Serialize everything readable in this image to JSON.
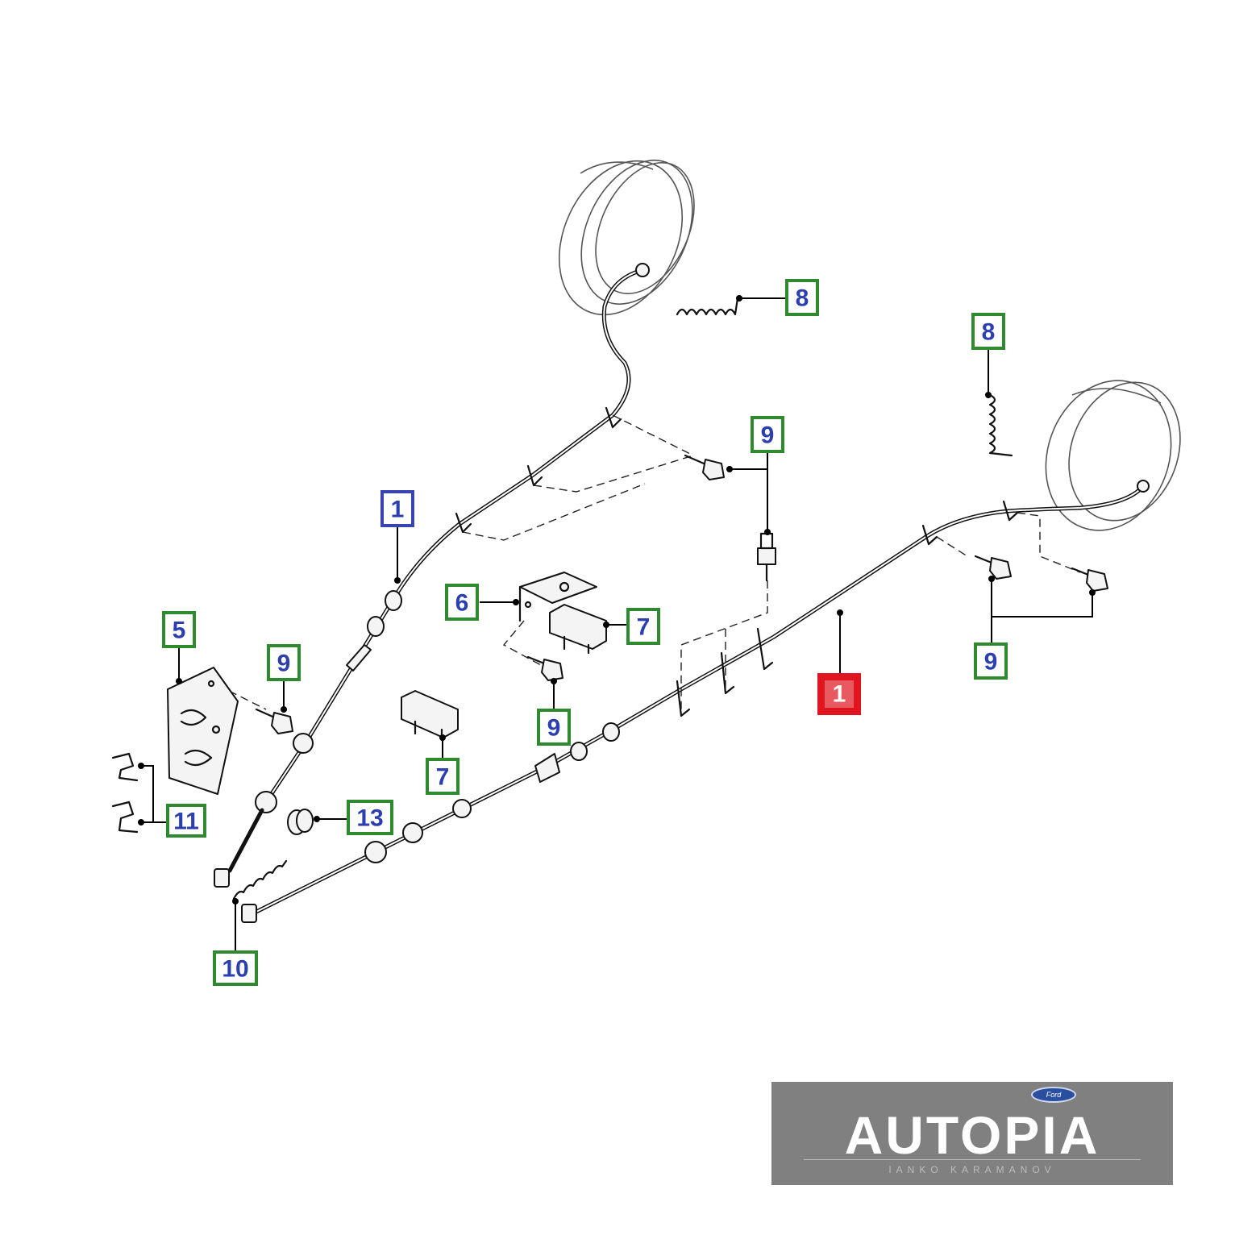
{
  "callouts": [
    {
      "label": "8",
      "style": "green"
    },
    {
      "label": "8",
      "style": "green"
    },
    {
      "label": "9",
      "style": "green"
    },
    {
      "label": "1",
      "style": "blue"
    },
    {
      "label": "6",
      "style": "green"
    },
    {
      "label": "7",
      "style": "green"
    },
    {
      "label": "5",
      "style": "green"
    },
    {
      "label": "9",
      "style": "green"
    },
    {
      "label": "9",
      "style": "green"
    },
    {
      "label": "1",
      "style": "red"
    },
    {
      "label": "9",
      "style": "green"
    },
    {
      "label": "7",
      "style": "green"
    },
    {
      "label": "11",
      "style": "green"
    },
    {
      "label": "13",
      "style": "green"
    },
    {
      "label": "10",
      "style": "green"
    }
  ],
  "logo": {
    "brand": "AUTOPIA",
    "subtitle": "IANKO KARAMANOV",
    "badge": "Ford"
  },
  "colors": {
    "callout_green": "#2f8a2f",
    "callout_blue": "#3a44b0",
    "callout_red": "#e0151f",
    "callout_text": "#2b3fb0",
    "logo_bg": "#808080"
  }
}
